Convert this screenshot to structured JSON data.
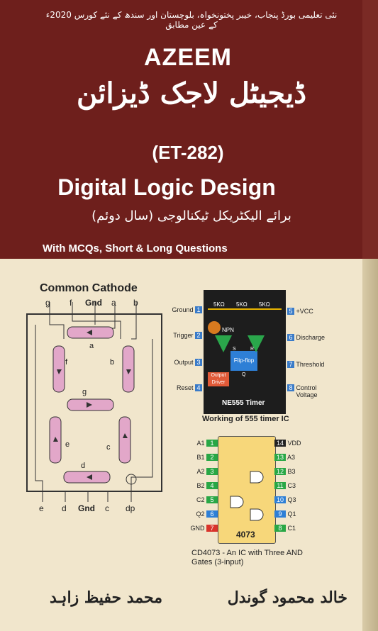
{
  "cover": {
    "top_urdu_line": "نئی تعلیمی بورڈ پنجاب، خیبر پختونخواہ، بلوچستان اور سندھ کے نئے کورس 2020ء کے عین مطابق",
    "publisher_logo": "AZEEM",
    "title_urdu": "ڈیجیٹل لاجک ڈیزائن",
    "course_code": "(ET-282)",
    "title_english": "Digital Logic Design",
    "subtitle_urdu": "برائے الیکٹریکل ٹیکنالوجی (سال دوئم)",
    "feature_line": "With MCQs, Short & Long Questions",
    "authors": [
      "خالد محمود گوندل",
      "محمد حفیظ زاہد"
    ]
  },
  "common_cathode": {
    "title": "Common Cathode",
    "top_pins": [
      "g",
      "f",
      "Gnd",
      "a",
      "b"
    ],
    "bottom_pins": [
      "e",
      "d",
      "Gnd",
      "c",
      "dp"
    ],
    "segments": [
      "a",
      "b",
      "c",
      "d",
      "e",
      "f",
      "g"
    ]
  },
  "ne555": {
    "left_pins": [
      {
        "label": "Ground",
        "num": "1"
      },
      {
        "label": "Trigger",
        "num": "2"
      },
      {
        "label": "Output",
        "num": "3"
      },
      {
        "label": "Reset",
        "num": "4"
      }
    ],
    "right_pins": [
      {
        "label": "+VCC",
        "num": "5"
      },
      {
        "label": "Discharge",
        "num": "6"
      },
      {
        "label": "Threshold",
        "num": "7"
      },
      {
        "label": "Control Voltage",
        "num": "8"
      }
    ],
    "resistors": [
      "5KΩ",
      "5KΩ",
      "5KΩ"
    ],
    "npn": "NPN",
    "flipflop": "Flip-flop",
    "output_driver": "Output Driver",
    "chip_name": "NE555 Timer",
    "s_label": "S",
    "r_label": "R",
    "q_label": "Q",
    "caption": "Working of 555 timer IC"
  },
  "cd4073": {
    "left_pins": [
      {
        "label": "A1",
        "num": "1"
      },
      {
        "label": "B1",
        "num": "2"
      },
      {
        "label": "A2",
        "num": "3"
      },
      {
        "label": "B2",
        "num": "4"
      },
      {
        "label": "C2",
        "num": "5"
      },
      {
        "label": "Q2",
        "num": "6"
      },
      {
        "label": "GND",
        "num": "7"
      }
    ],
    "right_pins": [
      {
        "label": "VDD",
        "num": "14"
      },
      {
        "label": "A3",
        "num": "13"
      },
      {
        "label": "B3",
        "num": "12"
      },
      {
        "label": "C3",
        "num": "11"
      },
      {
        "label": "Q3",
        "num": "10"
      },
      {
        "label": "Q1",
        "num": "9"
      },
      {
        "label": "C1",
        "num": "8"
      }
    ],
    "chip_name": "4073",
    "caption": "CD4073 - An IC with Three AND Gates (3-input)"
  }
}
